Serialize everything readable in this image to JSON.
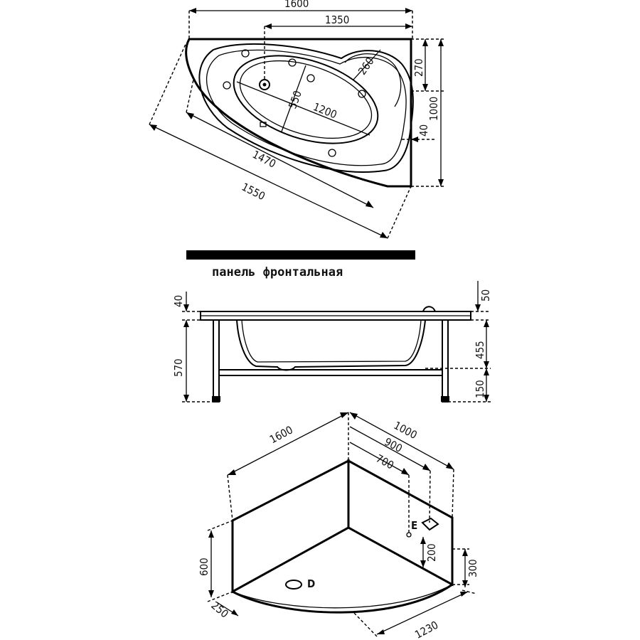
{
  "top_view": {
    "dims": {
      "overall_length": "1600",
      "inner_length": "1350",
      "basin_length": "1200",
      "basin_width": "550",
      "headrest": "260",
      "right_top": "270",
      "right_height": "1000",
      "right_small": "40",
      "diagonal_1": "1470",
      "diagonal_2": "1550"
    }
  },
  "front_panel": {
    "caption": "панель фронтальная"
  },
  "side_view": {
    "dims": {
      "rim_left": "40",
      "height_total": "570",
      "rim_right": "50",
      "depth": "455",
      "legs": "150"
    }
  },
  "iso_view": {
    "dims": {
      "length": "1600",
      "width": "1000",
      "d900": "900",
      "d700": "700",
      "height_left": "600",
      "height_right": "300",
      "outlet_height": "200",
      "corner_left": "250",
      "arc_length": "1230"
    },
    "labels": {
      "electric": "E",
      "drain": "D"
    }
  }
}
